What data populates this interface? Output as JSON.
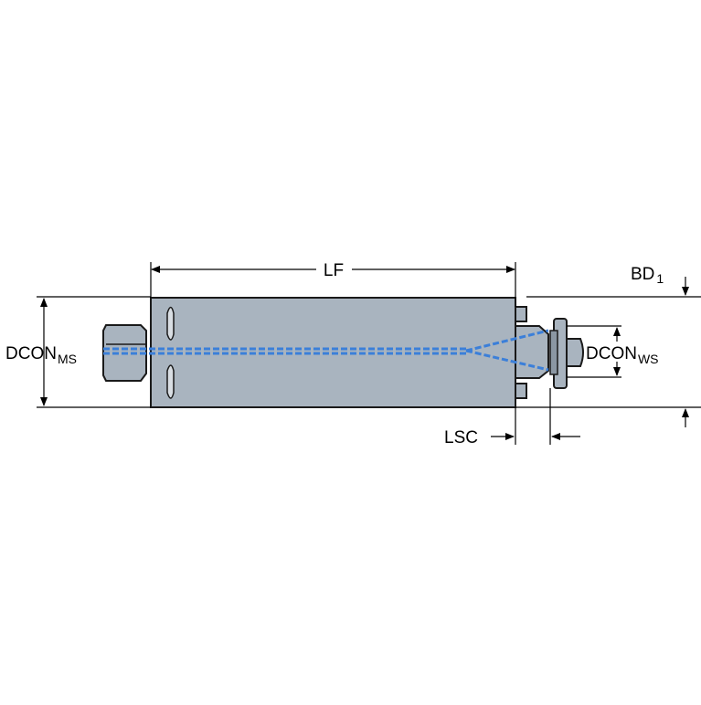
{
  "colors": {
    "body_fill": "#a9b4bf",
    "body_stroke": "#1a1a1a",
    "coolant": "#3b7fd9",
    "dimension_line": "#000000"
  },
  "labels": {
    "lf": "LF",
    "bd_main": "BD",
    "bd_sub": "1",
    "dcon_ms_main": "DCON",
    "dcon_ms_sub": "MS",
    "dcon_ws_main": "DCON",
    "dcon_ws_sub": "WS",
    "lsc": "LSC"
  }
}
